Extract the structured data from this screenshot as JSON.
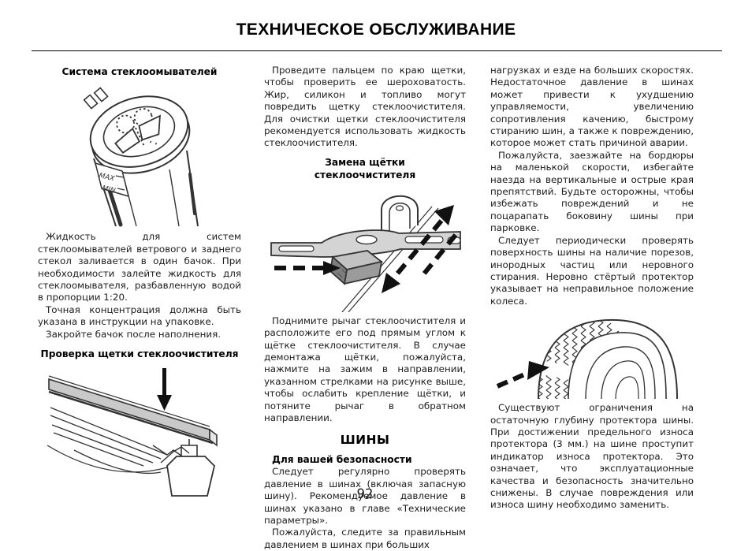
{
  "page": {
    "title": "ТЕХНИЧЕСКОЕ ОБСЛУЖИВАНИЕ",
    "page_number": "92"
  },
  "left": {
    "heading_washer": "Система стеклоомывателей",
    "figure_reservoir": {
      "max_label": "MAX",
      "min_label": "MIN"
    },
    "paragraphs": [
      "Жидкость для систем стеклоомывателей ветрового и заднего стекол заливается в один бачок. При необходимости залейте жидкость для стеклоомывателя, разбавленную водой в пропорции 1:20.",
      "Точная концентрация должна быть указана в инструкции на упаковке.",
      "Закройте бачок после наполнения."
    ],
    "heading_wiper_check": "Проверка щетки стеклоочистителя"
  },
  "middle": {
    "paragraph_touch": "Проведите пальцем по краю щетки, чтобы проверить ее шероховатость. Жир, силикон и топливо могут повредить щетку стеклоочистителя. Для очистки щетки стеклоочистителя рекомендуется использовать жидкость стеклоочистителя.",
    "heading_replace": "Замена щётки стеклоочистителя",
    "paragraph_lift": "Поднимите рычаг стеклоочистителя и расположите его под прямым углом к щётке стеклоочистителя. В случае демонтажа щётки, пожалуйста, нажмите на зажим в направлении, указанном стрелками на рисунке выше, чтобы ослабить крепление щётки, и потяните рычаг в обратном направлении.",
    "heading_tires": "ШИНЫ",
    "subheading_safety": "Для вашей безопасности",
    "paragraph_pressure": "Следует регулярно проверять давление в шинах (включая запасную шину). Рекомендуемое давление в шинах указано в главе «Технические параметры».",
    "paragraph_watch": "Пожалуйста, следите за правильным давлением в шинах при больших"
  },
  "right": {
    "paragraph_loads": "нагрузках и езде на больших скоростях. Недостаточное давление в шинах может привести к ухудшению управляемости, увеличению сопротивления качению, быстрому стиранию шин, а также к повреждению, которое может стать причиной аварии.",
    "paragraph_curbs": "Пожалуйста, заезжайте на бордюры на маленькой скорости, избегайте наезда на вертикальные и острые края препятствий. Будьте осторожны, чтобы избежать повреждений и не поцарапать боковину шины при парковке.",
    "paragraph_inspect": "Следует периодически проверять поверхность шины на наличие порезов, инородных частиц или неровного стирания. Неровно стёртый протектор указывает на неправильное положение колеса.",
    "paragraph_tread": "Существуют ограничения на остаточную глубину протектора шины. При достижении предельного износа протектора (3 мм.) на шине проступит индикатор износа протектора. Это означает, что эксплуатационные качества и безопасность значительно снижены. В случае повреждения или износа шину необходимо заменить."
  }
}
